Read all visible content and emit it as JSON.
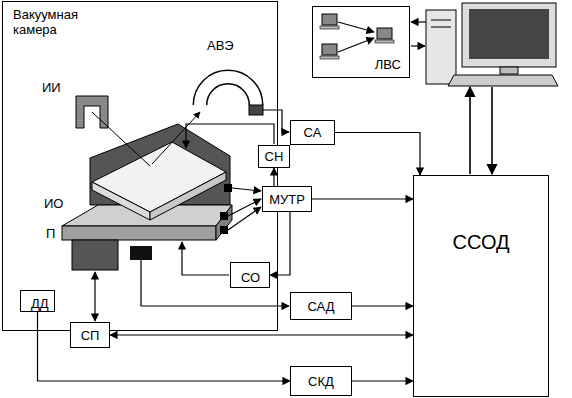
{
  "diagram": {
    "nodes": [
      {
        "text": [
          "Вакуумная камера"
        ]
      },
      {
        "text": [
          "ЛВС"
        ]
      },
      {
        "text": [
          "СА"
        ]
      },
      {
        "text": [
          "СН"
        ]
      },
      {
        "text": [
          "МУТР"
        ]
      },
      {
        "text": [
          "СО"
        ],
        "in": 0
      },
      {
        "text": [
          "САД"
        ]
      },
      {
        "text": [
          "ССОД"
        ]
      },
      {
        "text": [
          "ДД"
        ],
        "in": 0
      },
      {
        "text": [
          "СП"
        ]
      },
      {
        "text": [
          "СКД"
        ]
      }
    ],
    "edges": [
      {
        "from": 2,
        "to": 7,
        "arrow": "to"
      },
      {
        "from": 4,
        "to": 3,
        "arrow": "to"
      },
      {
        "from": 4,
        "to": 7,
        "arrow": "to"
      },
      {
        "from": 4,
        "to": 5,
        "arrow": "to"
      },
      {
        "from": 6,
        "to": 7,
        "arrow": "to"
      },
      {
        "from": 9,
        "to": 7,
        "arrow": "both"
      },
      {
        "from": 8,
        "to": 10,
        "arrow": "to"
      },
      {
        "from": 10,
        "to": 7,
        "arrow": "to"
      }
    ],
    "labels": [
      "АВЭ",
      "ИИ",
      "ИО",
      "П"
    ]
  }
}
